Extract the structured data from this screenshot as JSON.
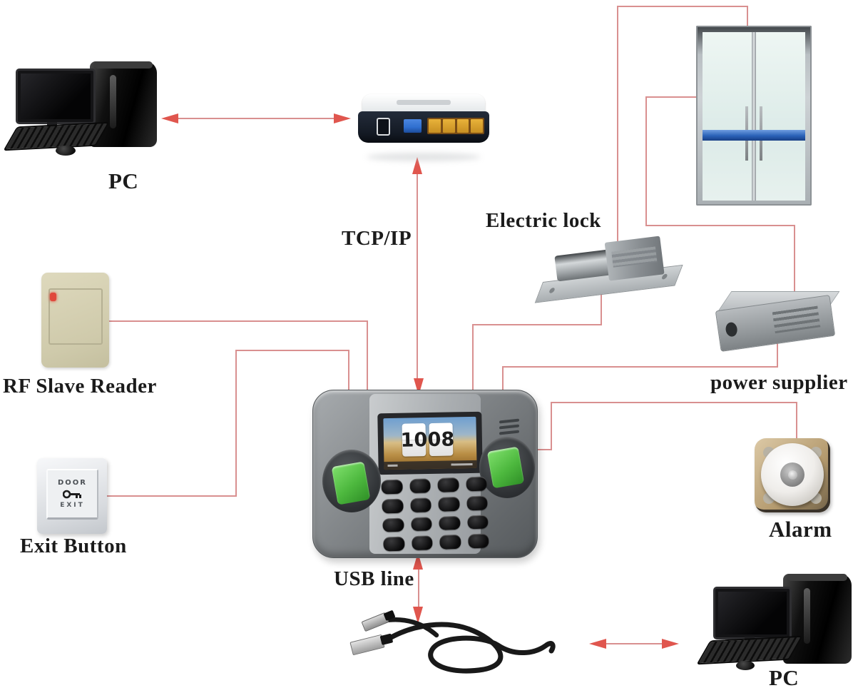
{
  "labels": {
    "pc_top": "PC",
    "tcp_ip": "TCP/IP",
    "electric_lock": "Electric lock",
    "rf_slave_reader": "RF Slave Reader",
    "exit_button": "Exit Button",
    "power_supplier": "power supplier",
    "alarm": "Alarm",
    "usb_line": "USB line",
    "pc_bottom": "PC"
  },
  "terminal": {
    "clock_hour": "10",
    "clock_minute": "08"
  },
  "exit_button_device": {
    "top_text": "DOOR",
    "bottom_text": "EXIT"
  },
  "colors": {
    "background": "#ffffff",
    "connector_line": "#d99090",
    "arrow": "#e0564e",
    "label_text": "#1b1b1b",
    "lan_port_yellow": "#e8b23a",
    "wan_port_blue": "#2f6fd0",
    "door_bar_blue": "#2a62b8",
    "fingerprint_pad_green": "#4db83e",
    "reader_led_red": "#e0493c"
  },
  "connections": [
    {
      "from": "PC (top)",
      "to": "Router",
      "type": "bidirectional-arrow"
    },
    {
      "from": "Router",
      "to": "Fingerprint terminal",
      "type": "bidirectional-arrow",
      "label": "TCP/IP"
    },
    {
      "from": "RF Slave Reader",
      "to": "Fingerprint terminal",
      "type": "wire"
    },
    {
      "from": "Exit Button",
      "to": "Fingerprint terminal",
      "type": "wire"
    },
    {
      "from": "Electric lock",
      "to": "Fingerprint terminal",
      "type": "wire"
    },
    {
      "from": "Electric lock",
      "to": "Door",
      "type": "wire"
    },
    {
      "from": "Door",
      "to": "power supplier",
      "type": "wire"
    },
    {
      "from": "power supplier",
      "to": "Fingerprint terminal",
      "type": "wire"
    },
    {
      "from": "Fingerprint terminal",
      "to": "Alarm",
      "type": "wire"
    },
    {
      "from": "Fingerprint terminal",
      "to": "USB line",
      "type": "bidirectional-arrow"
    },
    {
      "from": "USB line",
      "to": "PC (bottom)",
      "type": "bidirectional-arrow"
    }
  ]
}
